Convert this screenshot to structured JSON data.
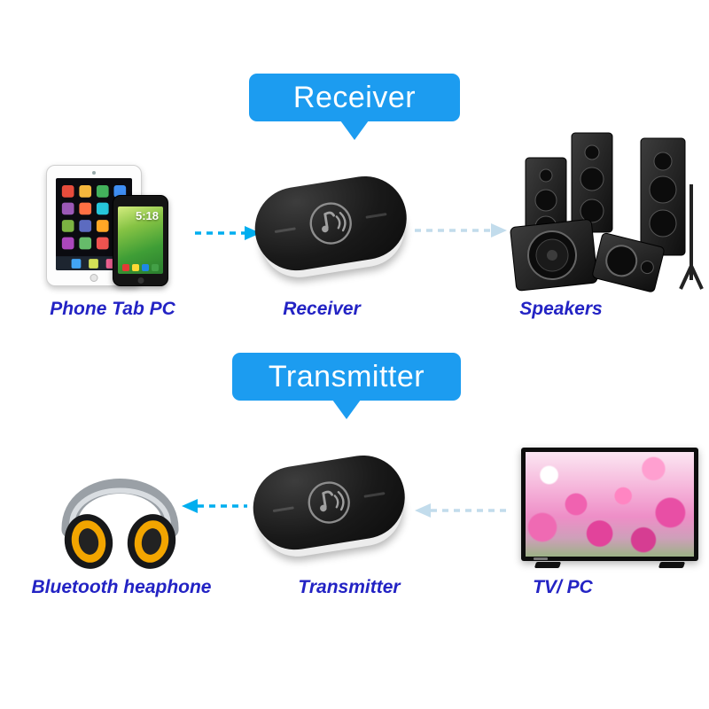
{
  "colors": {
    "bubble_blue": "#1c9cf0",
    "label_blue": "#2323c4",
    "arrow_blue": "#00aeef",
    "arrow_faint": "#c2dcec"
  },
  "receiver_section": {
    "bubble_label": "Receiver",
    "source_label": "Phone Tab PC",
    "device_label": "Receiver",
    "output_label": "Speakers"
  },
  "transmitter_section": {
    "bubble_label": "Transmitter",
    "output_label": "Bluetooth heaphone",
    "device_label": "Transmitter",
    "source_label": "TV/ PC"
  },
  "phone": {
    "time": "5:18"
  }
}
